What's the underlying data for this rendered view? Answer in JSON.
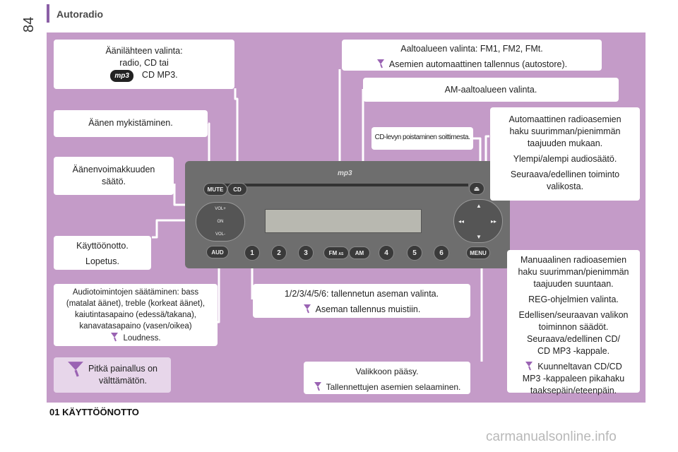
{
  "header": {
    "title": "Autoradio",
    "page_number": "84"
  },
  "callouts": {
    "source": {
      "line1": "Äänilähteen valinta:",
      "line2": "radio, CD tai",
      "line3": "CD MP3.",
      "mp3_logo": "mp3"
    },
    "mute": "Äänen mykistäminen.",
    "volume": {
      "line1": "Äänenvoimakkuuden",
      "line2": "säätö."
    },
    "onoff": {
      "line1": "Käyttöönotto.",
      "line2": "Lopetus."
    },
    "audio": {
      "line1": "Audiotoimintojen säätäminen: bass",
      "line2": "(matalat äänet), treble (korkeat äänet),",
      "line3": "kaiutintasapaino (edessä/takana),",
      "line4": "kanavatasapaino (vasen/oikea)",
      "line5": "Loudness."
    },
    "tip": {
      "line1": "Pitkä painallus on",
      "line2": "välttämätön."
    },
    "fm": {
      "line1": "Aaltoalueen valinta: FM1, FM2, FMt.",
      "line2": "Asemien automaattinen tallennus (autostore)."
    },
    "am": "AM-aaltoalueen valinta.",
    "eject": "CD-levyn poistaminen soittimesta.",
    "auto": {
      "line1": "Automaattinen radioasemien",
      "line2": "haku suurimman/pienimmän",
      "line3": "taajuuden mukaan.",
      "line4": "Ylempi/alempi audiosäätö.",
      "line5": "Seuraava/edellinen toiminto",
      "line6": "valikosta."
    },
    "manual": {
      "line1": "Manuaalinen radioasemien",
      "line2": "haku suurimman/pienimmän",
      "line3": "taajuuden suuntaan.",
      "line4": "REG-ohjelmien valinta.",
      "line5": "Edellisen/seuraavan valikon",
      "line6": "toiminnon säädöt.",
      "line7": "Seuraava/edellinen CD/",
      "line8": "CD MP3 -kappale.",
      "line9": "Kuunneltavan CD/CD",
      "line10": "MP3 -kappaleen pikahaku",
      "line11": "taaksepäin/eteenpäin."
    },
    "presets": {
      "line1": "1/2/3/4/5/6: tallennetun aseman valinta.",
      "line2": "Aseman tallennus muistiin."
    },
    "menu": {
      "line1": "Valikkoon pääsy.",
      "line2": "Tallennettujen asemien selaaminen."
    }
  },
  "radio": {
    "buttons": {
      "mute": "MUTE",
      "cd": "CD",
      "aud": "AUD",
      "fm": "FM",
      "fm_sub": "AS",
      "am": "AM",
      "menu": "MENU",
      "eject": "⏏"
    },
    "presets": [
      "1",
      "2",
      "3",
      "4",
      "5",
      "6"
    ],
    "knob": {
      "vol_up": "VOL+",
      "on": "ON",
      "vol_down": "VOL-"
    },
    "nav": {
      "up": "▲",
      "down": "▼",
      "left": "◂◂",
      "right": "▸▸"
    },
    "logo": "mp3"
  },
  "section_title": "01 KÄYTTÖÖNOTTO",
  "watermark": "carmanualsonline.info",
  "colors": {
    "panel": "#c49bc8",
    "accent": "#8b5fa6",
    "line": "#ffffff",
    "tip_icon": "#9a63b3"
  }
}
